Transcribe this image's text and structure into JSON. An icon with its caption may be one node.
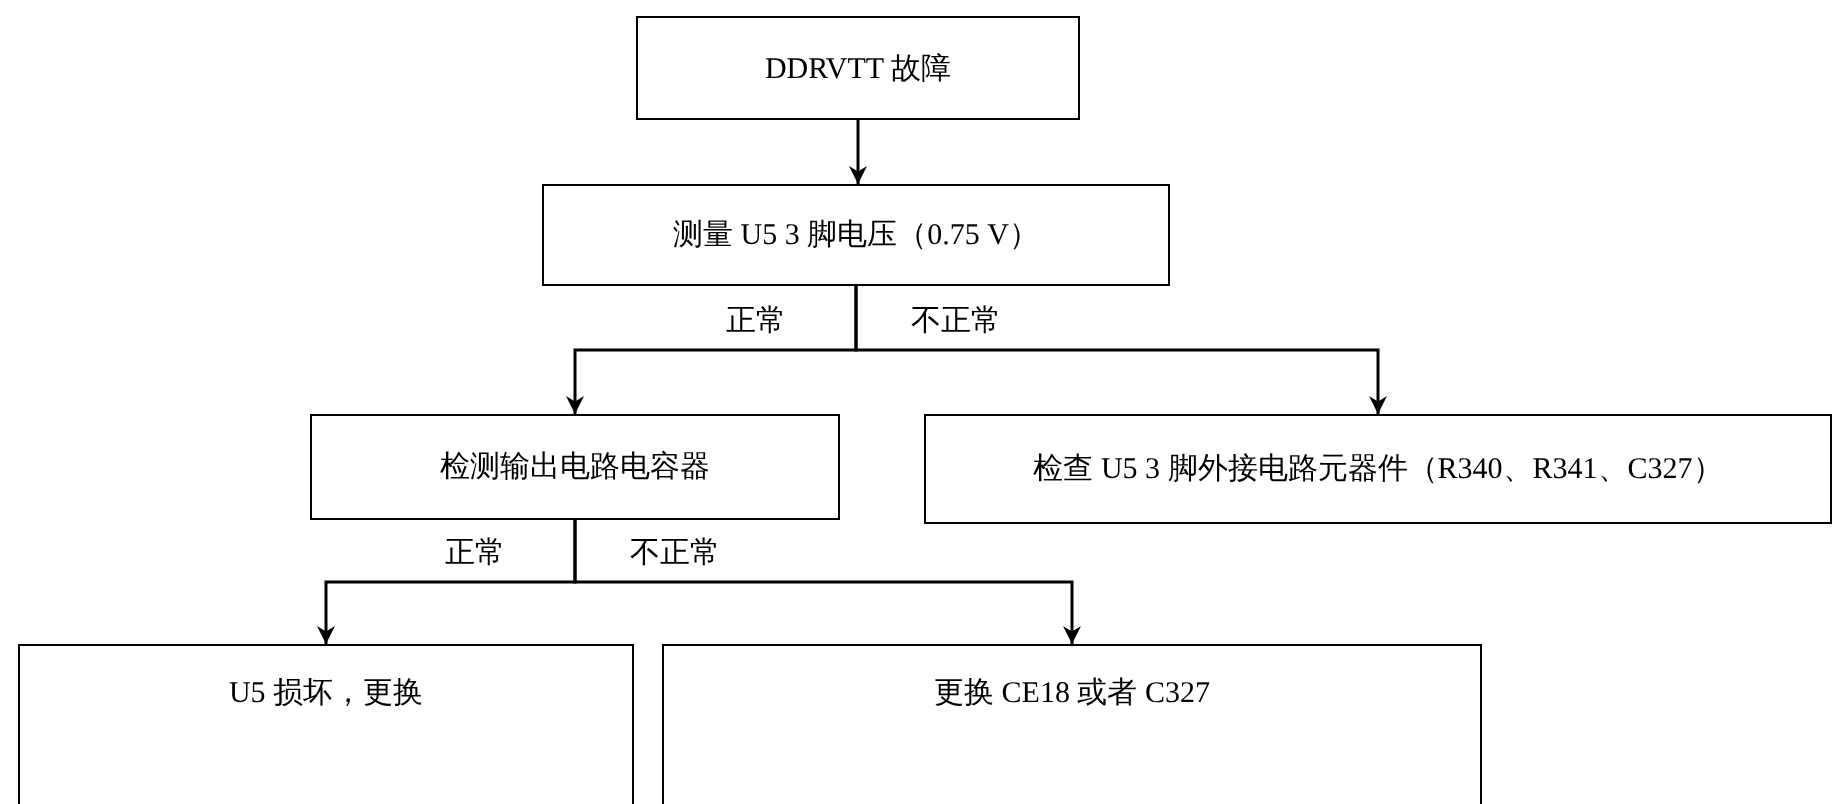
{
  "diagram": {
    "nodes": [
      {
        "text": [
          "DDRVTT 故障"
        ]
      },
      {
        "text": [
          "测量 U5 3 脚电压（0.75 V）"
        ]
      },
      {
        "text": [
          "检测输出电路电容器"
        ]
      },
      {
        "text": [
          "检查 U5 3 脚外接电路元器件（R340、R341、C327）"
        ]
      },
      {
        "text": [
          "U5 损坏，更换"
        ]
      },
      {
        "text": [
          "更换 CE18 或者 C327"
        ]
      }
    ],
    "edges": [
      {
        "from": 0,
        "to": 1,
        "arrow": "to"
      },
      {
        "from": 1,
        "to": 2,
        "arrow": "to",
        "label": "正常"
      },
      {
        "from": 1,
        "to": 3,
        "arrow": "to",
        "label": "不正常"
      },
      {
        "from": 2,
        "to": 4,
        "arrow": "to",
        "label": "正常"
      },
      {
        "from": 2,
        "to": 5,
        "arrow": "to",
        "label": "不正常"
      }
    ]
  }
}
